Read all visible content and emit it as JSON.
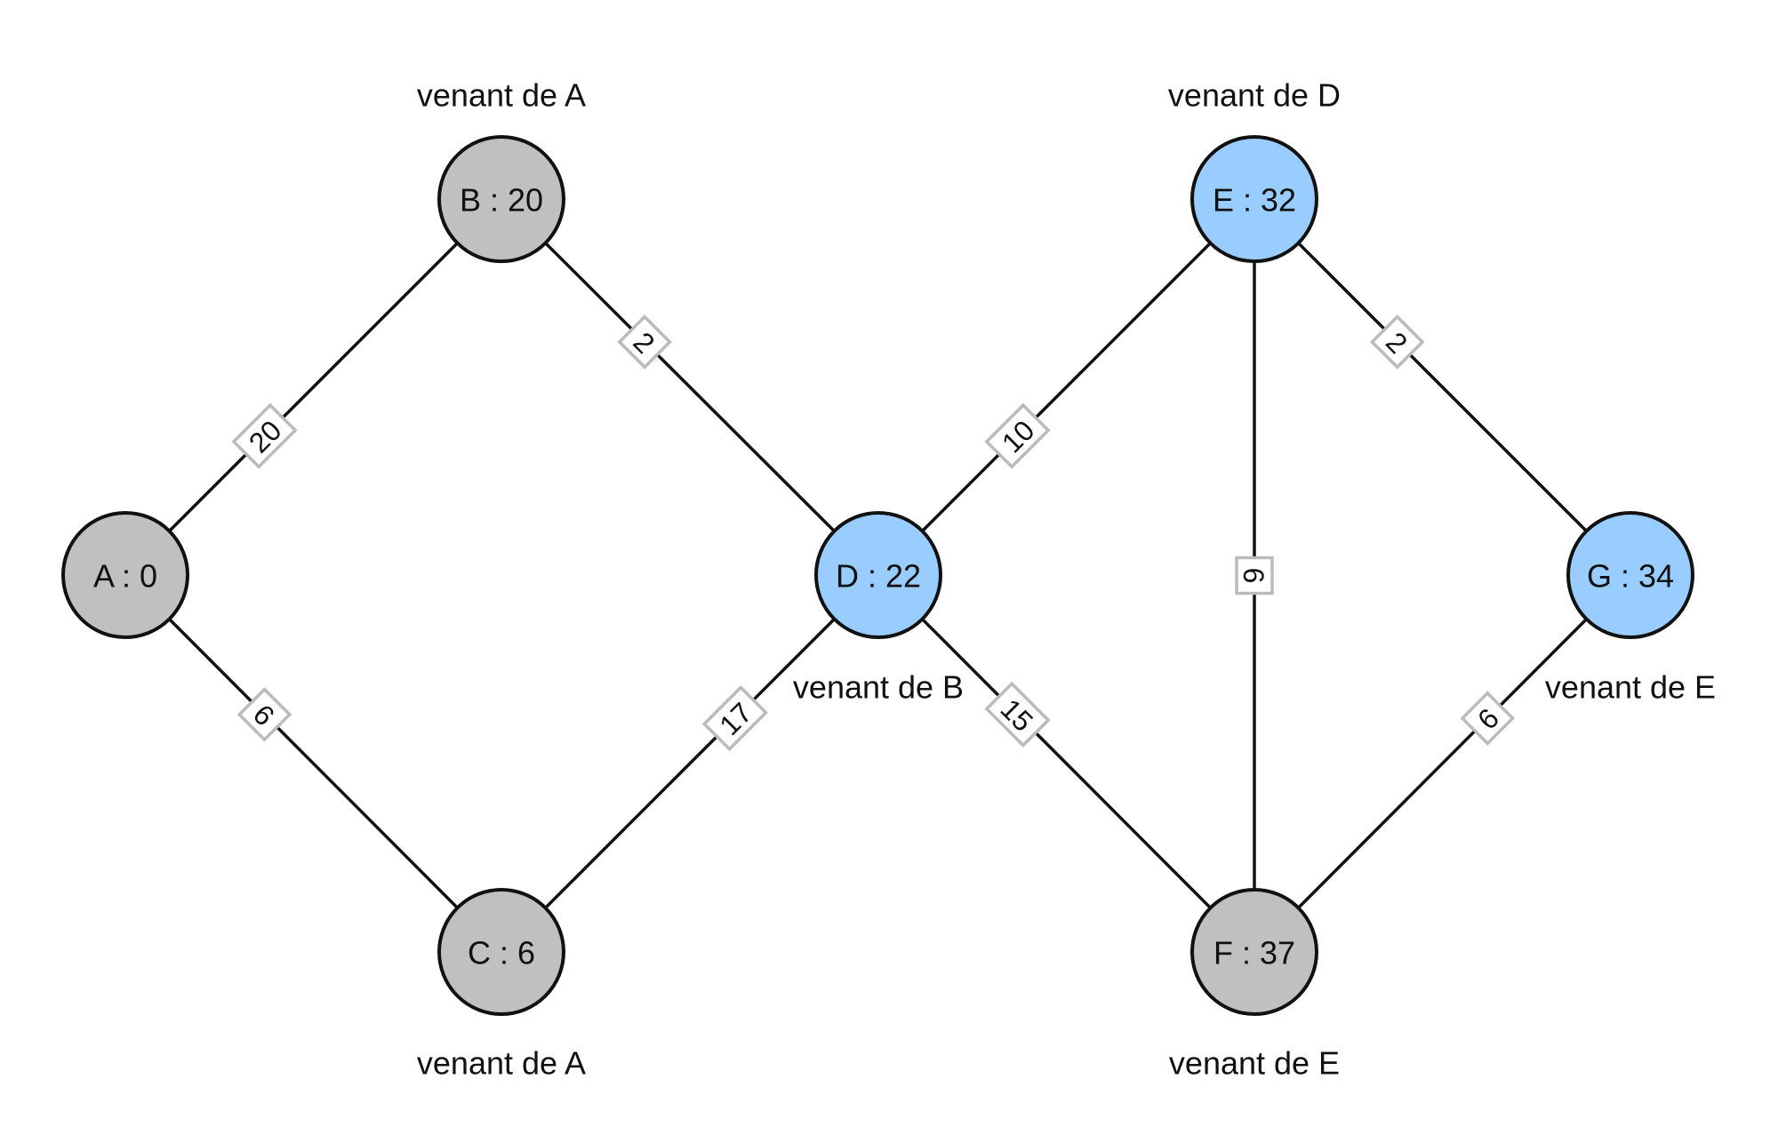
{
  "colors": {
    "visited": "#c0c0c0",
    "highlight": "#99ccff"
  },
  "nodes": [
    {
      "id": "A",
      "label": "A : 0",
      "state": "visited",
      "origin": ""
    },
    {
      "id": "B",
      "label": "B : 20",
      "state": "visited",
      "origin": "venant de A"
    },
    {
      "id": "C",
      "label": "C : 6",
      "state": "visited",
      "origin": "venant de A"
    },
    {
      "id": "D",
      "label": "D : 22",
      "state": "highlight",
      "origin": "venant de B"
    },
    {
      "id": "E",
      "label": "E : 32",
      "state": "highlight",
      "origin": "venant de D"
    },
    {
      "id": "F",
      "label": "F : 37",
      "state": "visited",
      "origin": "venant de E"
    },
    {
      "id": "G",
      "label": "G : 34",
      "state": "highlight",
      "origin": "venant de E"
    }
  ],
  "edges": [
    {
      "from": "A",
      "to": "B",
      "weight": "20"
    },
    {
      "from": "A",
      "to": "C",
      "weight": "6"
    },
    {
      "from": "B",
      "to": "D",
      "weight": "2"
    },
    {
      "from": "C",
      "to": "D",
      "weight": "17"
    },
    {
      "from": "D",
      "to": "E",
      "weight": "10"
    },
    {
      "from": "D",
      "to": "F",
      "weight": "15"
    },
    {
      "from": "E",
      "to": "F",
      "weight": "6"
    },
    {
      "from": "E",
      "to": "G",
      "weight": "2"
    },
    {
      "from": "F",
      "to": "G",
      "weight": "6"
    }
  ]
}
